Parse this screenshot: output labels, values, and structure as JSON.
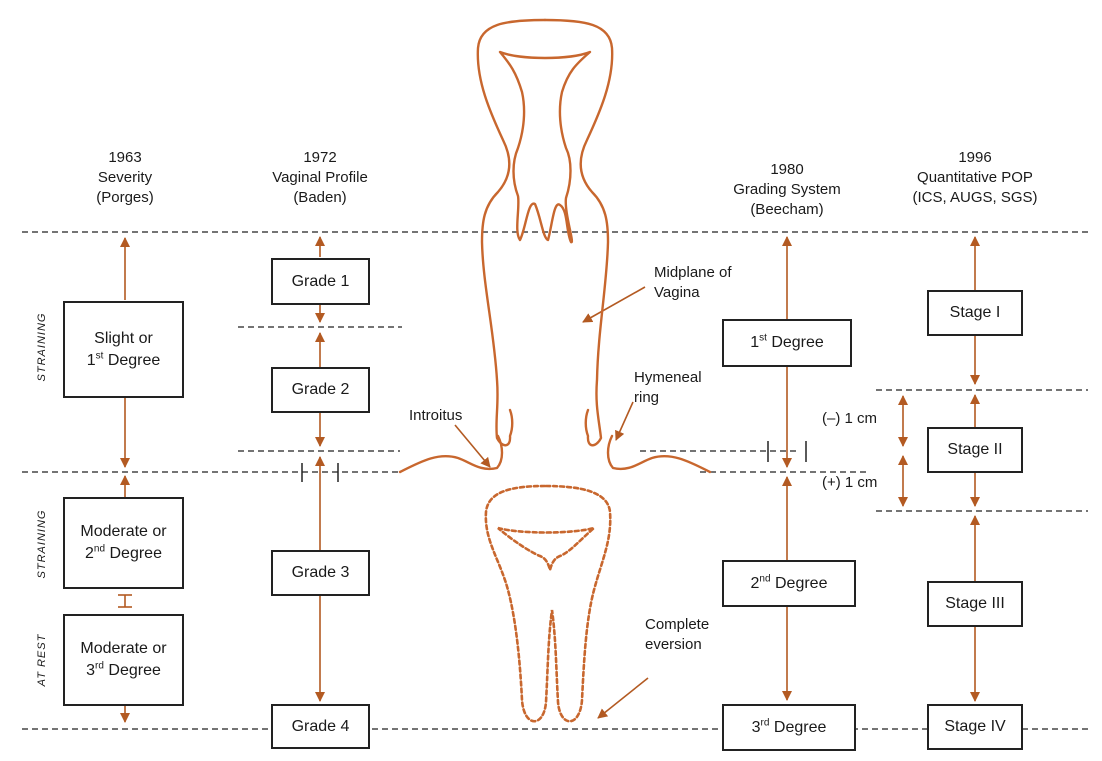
{
  "headers": {
    "porges": {
      "year": "1963",
      "title": "Severity",
      "author": "(Porges)"
    },
    "baden": {
      "year": "1972",
      "title": "Vaginal Profile",
      "author": "(Baden)"
    },
    "beecham": {
      "year": "1980",
      "title": "Grading System",
      "author": "(Beecham)"
    },
    "pop": {
      "year": "1996",
      "title": "Quantitative POP",
      "author": "(ICS, AUGS, SGS)"
    }
  },
  "porges": {
    "box1": {
      "line1": "Slight or",
      "num": "1",
      "sup": "st",
      "rest": " Degree"
    },
    "box2": {
      "line1": "Moderate or",
      "num": "2",
      "sup": "nd",
      "rest": " Degree"
    },
    "box3": {
      "line1": "Moderate or",
      "num": "3",
      "sup": "rd",
      "rest": " Degree"
    },
    "side_labels": {
      "straining_top": "STRAINING",
      "straining_bottom": "STRAINING",
      "at_rest": "AT REST"
    }
  },
  "baden": {
    "grade1": "Grade 1",
    "grade2": "Grade 2",
    "grade3": "Grade 3",
    "grade4": "Grade 4"
  },
  "beecham": {
    "deg1": {
      "num": "1",
      "sup": "st",
      "rest": " Degree"
    },
    "deg2": {
      "num": "2",
      "sup": "nd",
      "rest": " Degree"
    },
    "deg3": {
      "num": "3",
      "sup": "rd",
      "rest": " Degree"
    }
  },
  "pop": {
    "stage1": "Stage I",
    "stage2": "Stage II",
    "stage3": "Stage III",
    "stage4": "Stage IV",
    "minus_cm": "(–) 1 cm",
    "plus_cm": "(+) 1 cm"
  },
  "anatomy": {
    "midplane_line1": "Midplane of",
    "midplane_line2": "Vagina",
    "hymeneal_line1": "Hymeneal",
    "hymeneal_line2": "ring",
    "introitus": "Introitus",
    "eversion_line1": "Complete",
    "eversion_line2": "eversion"
  },
  "colors": {
    "anatomy": "#c8672e",
    "lines": "#222222"
  }
}
